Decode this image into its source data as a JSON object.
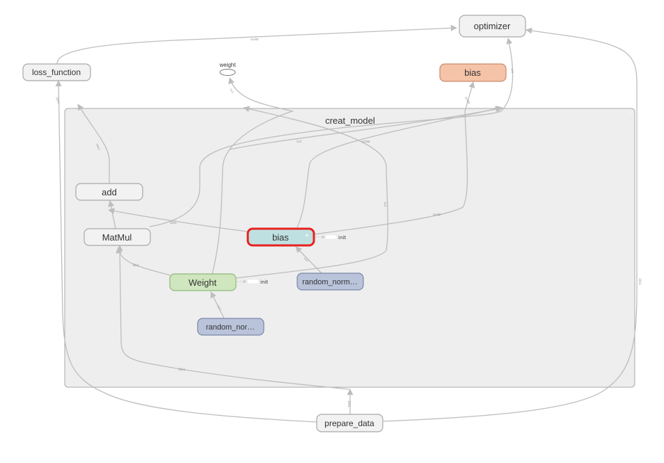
{
  "graph": {
    "nodes": {
      "optimizer": "optimizer",
      "loss_function": "loss_function",
      "weight_summary": "weight",
      "bias_top": "bias",
      "scope_title": "creat_model",
      "add": "add",
      "matmul": "MatMul",
      "bias_selected": "bias",
      "bias_expand": "+",
      "weight_var": "Weight",
      "random_norm_bias": "random_norm…",
      "random_norm_weight": "random_nor…",
      "prepare_data": "prepare_data",
      "init_bias": "init",
      "init_weight": "init"
    },
    "selected_node": "bias",
    "colors": {
      "op_fill": "#f2f2f2",
      "op_stroke": "#a8a8a8",
      "scope_fill": "#eeeeee",
      "bias_top_fill": "#f5c3a8",
      "bias_top_stroke": "#c98a6c",
      "bias_selected_fill": "#bfe0e0",
      "selection_stroke": "#e8201e",
      "weight_fill": "#cfe6be",
      "weight_stroke": "#8fb87a",
      "random_fill": "#b9c3da",
      "random_stroke": "#7a87a6",
      "edge": "#bdbdbd"
    }
  }
}
